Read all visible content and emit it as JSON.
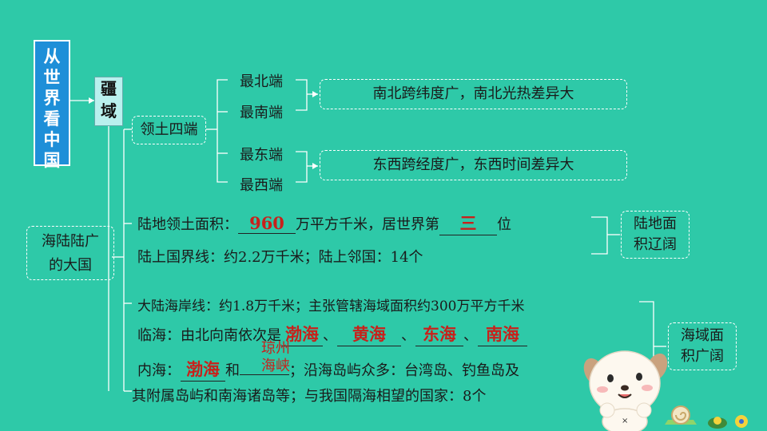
{
  "title_vertical": [
    "从",
    "世",
    "界",
    "看",
    "中",
    "国"
  ],
  "jiangyu": [
    "疆",
    "域"
  ],
  "lingtu": "领土四端",
  "ends": {
    "north": "最北端",
    "south": "最南端",
    "east": "最东端",
    "west": "最西端"
  },
  "note_ns": "南北跨纬度广，南北光热差异大",
  "note_ew": "东西跨经度广，东西时间差异大",
  "big_country": [
    "海陆陆广",
    "的大国"
  ],
  "line1": {
    "prefix": "陆地领土面积：",
    "answer1": "960",
    "mid": "万平方千米，居世界第",
    "answer2": "三",
    "suffix": "位"
  },
  "line2": "陆上国界线：约2.2万千米；陆上邻国：14个",
  "land_box": [
    "陆地面",
    "积辽阔"
  ],
  "line3": "大陆海岸线：约1.8万千米；主张管辖海域面积约300万平方千米",
  "line4": {
    "prefix": "临海：由北向南依次是",
    "a1": "渤海",
    "a2": "黄海",
    "a3": "东海",
    "a4": "南海",
    "sep": "、"
  },
  "line5": {
    "prefix": "内海：",
    "a1": "渤海",
    "and": "和",
    "a2_top": "琼州",
    "a2_bottom": "海峡",
    "suffix": "；沿海岛屿众多：台湾岛、钓鱼岛及"
  },
  "line6": "其附属岛屿和南海诸岛等；与我国隔海相望的国家：8个",
  "sea_box": [
    "海域面",
    "积广阔"
  ]
}
